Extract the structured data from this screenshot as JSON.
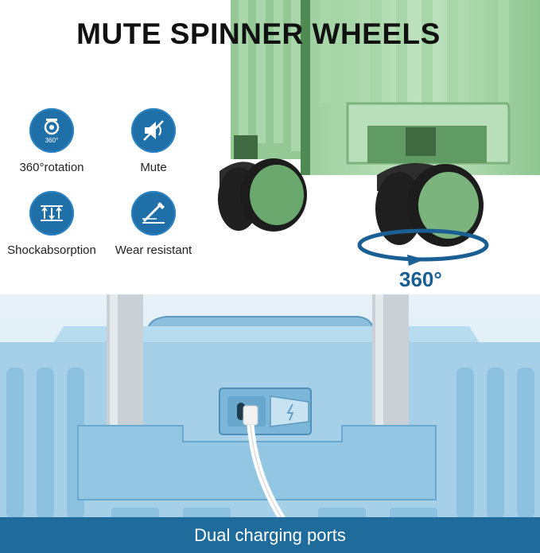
{
  "headline": "MUTE SPINNER WHEELS",
  "features": [
    {
      "label": "360°rotation",
      "icon": "swivel-caster-icon",
      "badge_text": "360°"
    },
    {
      "label": "Mute",
      "icon": "speaker-muted-icon"
    },
    {
      "label": "Shockabsorption",
      "icon": "shock-absorption-icon"
    },
    {
      "label": "Wear resistant",
      "icon": "wear-resistant-icon"
    }
  ],
  "rotation_label": "360°",
  "caption": "Dual charging ports",
  "colors": {
    "icon_blue": "#1f6fa8",
    "rotation_blue": "#1a5f93",
    "case_green": "#8cc38d",
    "case_blue": "#a9d2ea",
    "caption_bar": "#1f6b9c"
  }
}
